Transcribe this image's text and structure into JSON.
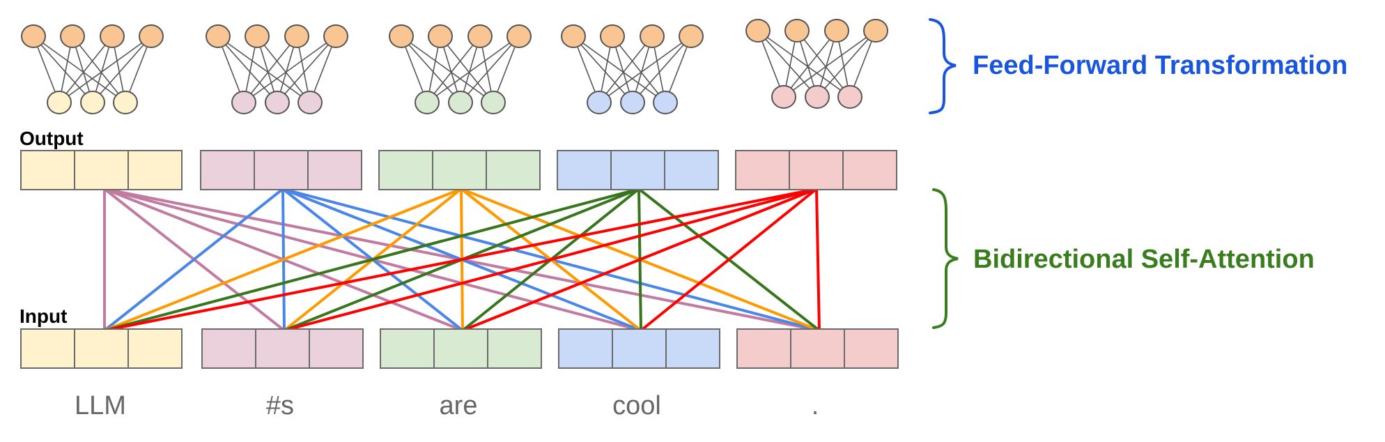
{
  "colors": {
    "top_node": "#f9c592",
    "feed_forward_label": "#1a56db",
    "self_attention_label": "#3a7d1e",
    "cell_outline": "#6a6a6a",
    "node_outline": "#555555"
  },
  "feed_forward": {
    "label": "Feed-Forward Transformation",
    "brace_color": "#1a56db"
  },
  "self_attention": {
    "label": "Bidirectional Self-Attention",
    "brace_color": "#3a7d1e"
  },
  "output_row": {
    "label": "Output"
  },
  "input_row": {
    "label": "Input"
  },
  "tokens": [
    {
      "label": "LLM",
      "cell_color": "#fff2cc",
      "node_color": "#fff2cc",
      "line_color": "#c27ba0"
    },
    {
      "label": "#s",
      "cell_color": "#ead1dc",
      "node_color": "#ead1dc",
      "line_color": "#4a86e8"
    },
    {
      "label": "are",
      "cell_color": "#d9ead3",
      "node_color": "#d9ead3",
      "line_color": "#ff9900"
    },
    {
      "label": "cool",
      "cell_color": "#c9daf8",
      "node_color": "#c9daf8",
      "line_color": "#38761d"
    },
    {
      "label": ".",
      "cell_color": "#f4cccc",
      "node_color": "#f4cccc",
      "line_color": "#ff0000"
    }
  ]
}
